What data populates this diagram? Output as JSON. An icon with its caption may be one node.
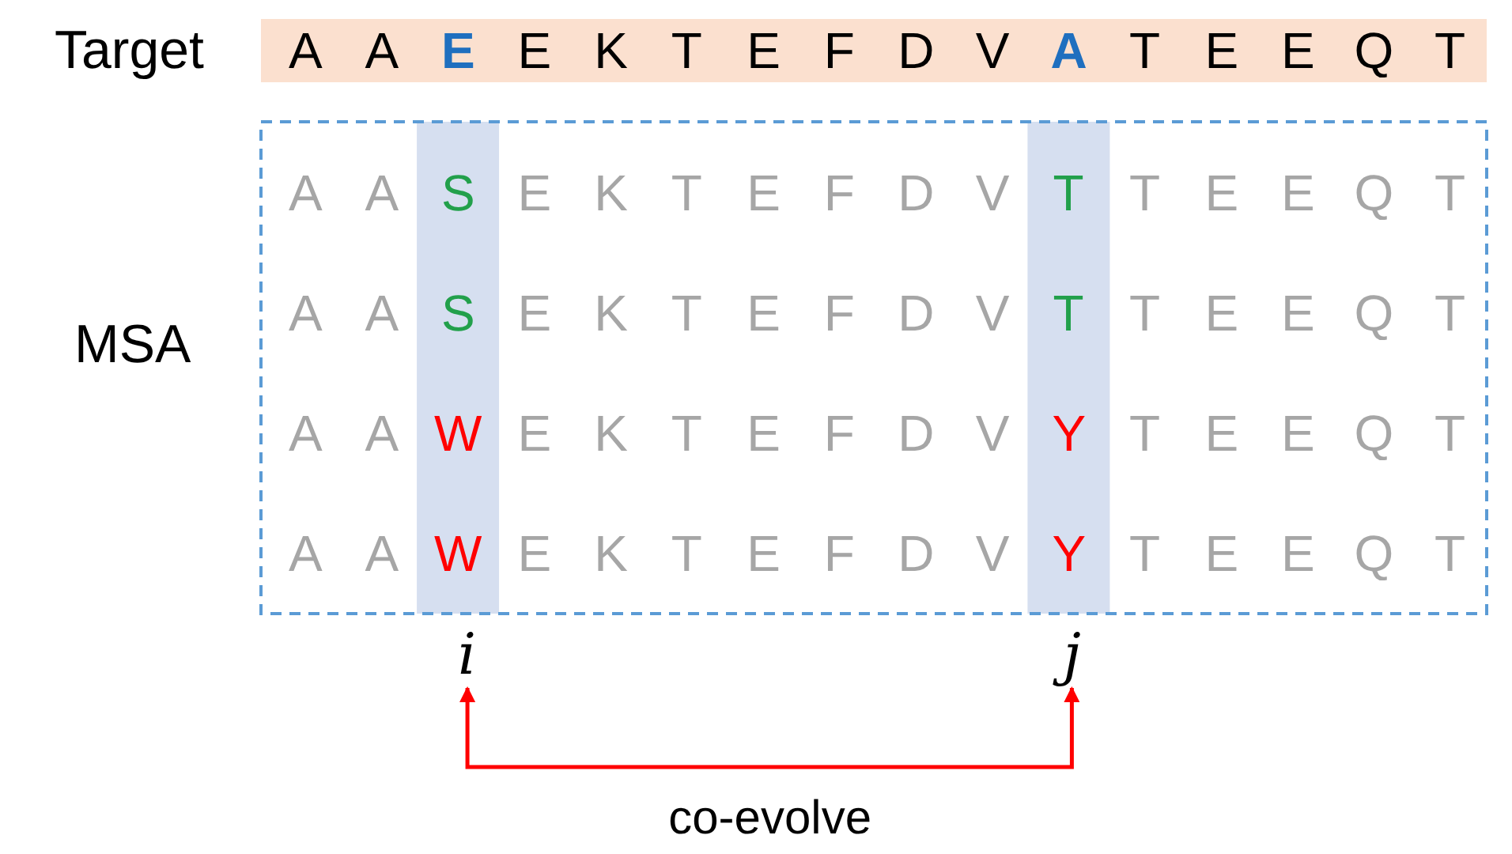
{
  "diagram": {
    "nodes": [
      {
        "text": [
          "i"
        ]
      },
      {
        "text": [
          "j"
        ]
      }
    ],
    "edges": [
      {
        "from": 0,
        "to": 1,
        "arrow": "both",
        "label": "co-evolve",
        "color": "#ff0000"
      }
    ],
    "labels": [
      "Target",
      "A",
      "A",
      "E",
      "E",
      "K",
      "T",
      "E",
      "F",
      "D",
      "V",
      "A",
      "T",
      "E",
      "E",
      "Q",
      "T",
      "MSA",
      "A",
      "A",
      "S",
      "E",
      "K",
      "T",
      "E",
      "F",
      "D",
      "V",
      "T",
      "T",
      "E",
      "E",
      "Q",
      "T",
      "A",
      "A",
      "S",
      "E",
      "K",
      "T",
      "E",
      "F",
      "D",
      "V",
      "T",
      "T",
      "E",
      "E",
      "Q",
      "T",
      "A",
      "A",
      "W",
      "E",
      "K",
      "T",
      "E",
      "F",
      "D",
      "V",
      "Y",
      "T",
      "E",
      "E",
      "Q",
      "T",
      "A",
      "A",
      "W",
      "E",
      "K",
      "T",
      "E",
      "F",
      "D",
      "V",
      "Y",
      "T",
      "E",
      "E",
      "Q",
      "T"
    ]
  }
}
